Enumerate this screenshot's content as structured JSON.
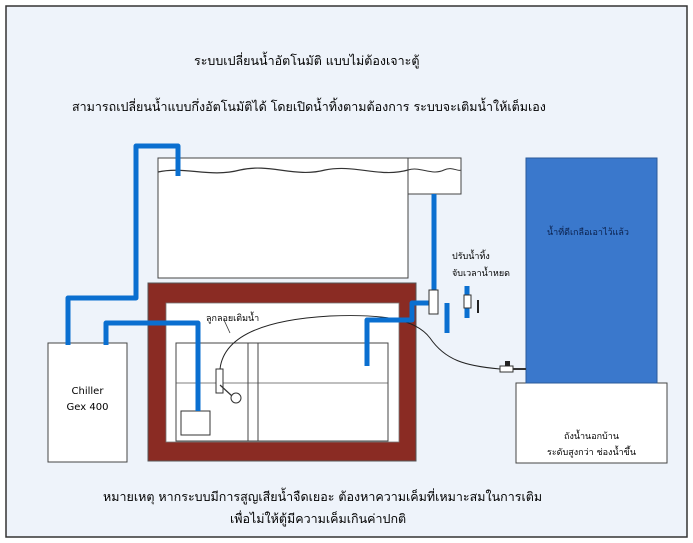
{
  "texts": {
    "title": "ระบบเปลี่ยนน้ำอัตโนมัติ แบบไม่ต้องเจาะตู้",
    "subtitle": "สามารถเปลี่ยนน้ำแบบกึ่งอัตโนมัติได้ โดยเปิดน้ำทิ้งตามต้องการ ระบบจะเติมน้ำให้เต็มเอง",
    "chiller_line1": "Chiller",
    "chiller_line2": "Gex 400",
    "valve_note_line1": "ปรับน้ำทิ้ง",
    "valve_note_line2": "จับเวลาน้ำหยด",
    "float_label": "ลูกลอยเติมน้ำ",
    "reservoir_label": "น้ำที่ดีเกลือเอาไว้แล้ว",
    "stand_line1": "ถังน้ำนอกบ้าน",
    "stand_line2": "ระดับสูงกว่า ช่องน้ำขึ้น",
    "note_line1": "หมายเหตุ หากระบบมีการสูญเสียน้ำจืดเยอะ ต้องหาความเค็มที่เหมาะสมในการเติม",
    "note_line2": "เพื่อไม่ให้ตู้มีความเค็มเกินค่าปกติ"
  },
  "colors": {
    "background": "#eef3fa",
    "pipe": "#0a6fd0",
    "cabinet": "#8a2b23",
    "reservoir": "#3a78cc",
    "frame": "#333333"
  }
}
